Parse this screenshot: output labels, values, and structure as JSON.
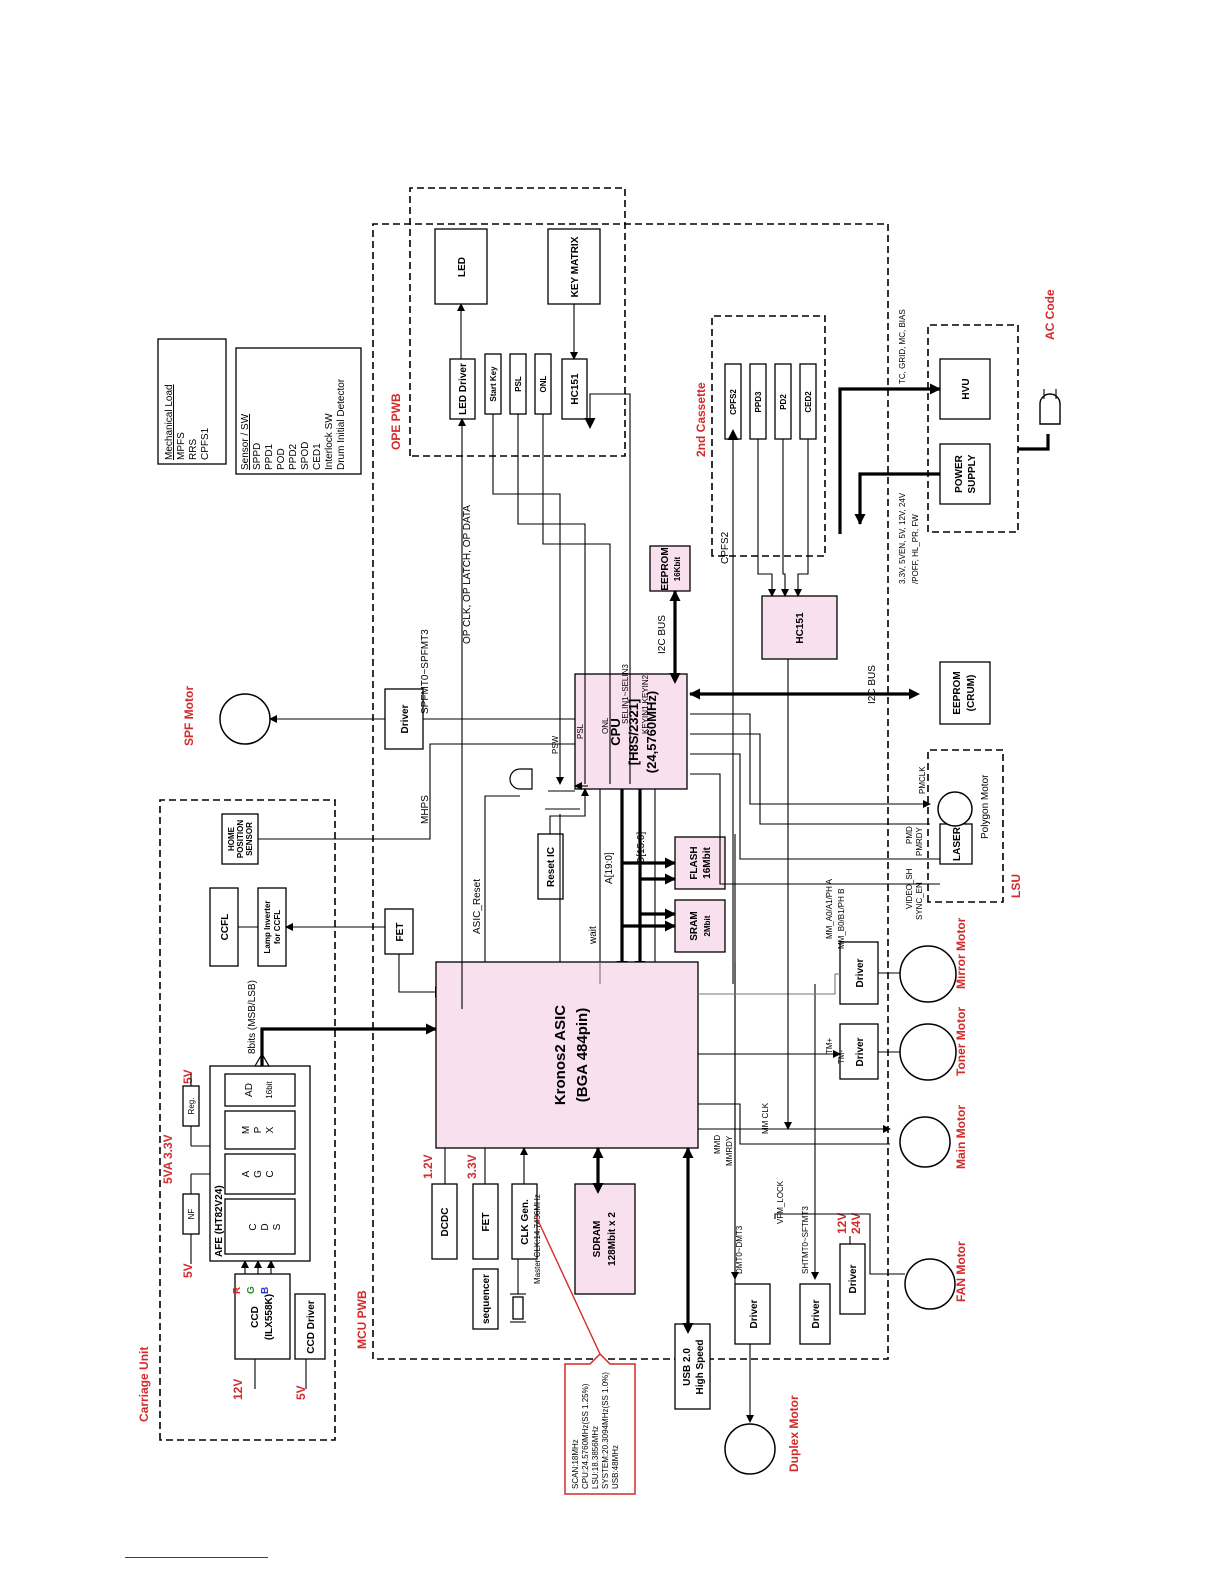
{
  "units": {
    "carriage_unit": "Carriage Unit",
    "mcu_pwb": "MCU PWB",
    "ope_pwb": "OPE PWB",
    "second_cassette": "2nd Cassette",
    "lsu": "LSU",
    "ac_code": "AC Code"
  },
  "legend": {
    "mechanical_title": "Mechanical Load",
    "mechanical_items": [
      "MPFS",
      "RRS",
      "CPFS1"
    ],
    "sensor_title": "Sensor / SW",
    "sensor_items": [
      "SPPD",
      "PPD1",
      "POD",
      "PPD2",
      "SPOD",
      "CED1",
      "Interlock SW",
      "Drum Initial Detector"
    ]
  },
  "blocks": {
    "ccd": [
      "CCD",
      "(ILX558K)"
    ],
    "ccd_driver": "CCD Driver",
    "afe": "AFE (HT82V24)",
    "afe_cells": [
      "C\nD\nS",
      "A\nG\nC",
      "M\nP\nX"
    ],
    "ad": "AD",
    "ad_bits": "16bit",
    "nf": "NF",
    "reg": "Reg.",
    "ccfl": "CCFL",
    "lamp_inverter": [
      "Lamp Inverter",
      "for CCFL"
    ],
    "home_sensor": [
      "HOME",
      "POSITION",
      "SENSOR"
    ],
    "fet_ccfl": "FET",
    "driver_spf": "Driver",
    "cpu": [
      "CPU",
      "[H8S/2321]",
      "(24,5760MHz)"
    ],
    "reset_ic": "Reset IC",
    "flash": [
      "FLASH",
      "16Mbit"
    ],
    "sram": [
      "SRAM",
      "2Mbit"
    ],
    "eeprom_16k": [
      "EEPROM",
      "16Kbit"
    ],
    "hc151_mcu": "HC151",
    "asic": [
      "Kronos2  ASIC",
      "(BGA 484pin)"
    ],
    "dcdc": "DCDC",
    "fet_33": "FET",
    "clk_gen": "CLK Gen.",
    "sequencer": "sequencer",
    "sdram": [
      "SDRAM",
      "128Mbit x 2"
    ],
    "usb": [
      "USB 2.0",
      "High Speed"
    ],
    "driver_duplex": "Driver",
    "driver_shutter": "Driver",
    "driver_fan": "Driver",
    "driver_mirror": "Driver",
    "driver_toner": "Driver",
    "led_driver": "LED Driver",
    "start_key": "Start Key",
    "psl_key": "PSL",
    "onl_key": "ONL",
    "hc151_ope": "HC151",
    "led": "LED",
    "key_matrix": "KEY MATRIX",
    "cassette_sensors": [
      "CPFS2",
      "PPD3",
      "PD2",
      "CED2"
    ],
    "laser": "LASER",
    "eeprom_crum": [
      "EEPROM",
      "(CRUM)"
    ],
    "power_supply": [
      "POWER",
      "SUPPLY"
    ],
    "hvu": "HVU"
  },
  "motors": {
    "spf": "SPF Motor",
    "polygon": "Polygon Motor",
    "mirror": "Mirror Motor",
    "toner": "Toner Motor",
    "main": "Main Motor",
    "fan": "FAN Motor",
    "duplex": "Duplex Motor"
  },
  "signals": {
    "v12_ccd": "12V",
    "v5_ccd": "5V",
    "v5_nf": "5V",
    "v5va": "5VA",
    "v33_reg": "3.3V",
    "v5_reg": "5V",
    "rgb": [
      "R",
      "G",
      "B"
    ],
    "eight_bits": "8bits (MSB/LSB)",
    "mhps": "MHPS",
    "spfmt": "SPFMT0~SPFMT3",
    "op_data": "OP CLK, OP LATCH, OP DATA",
    "asic_reset": "ASIC_Reset",
    "psw": "PSW",
    "psl": "PSL",
    "onl": "ONL",
    "selin": "SELIN1~SELIN3",
    "keyin": "KEYIN1,KEYIN2",
    "i2c_cpu": "I2C BUS",
    "i2c_crum": "I2C BUS",
    "cpfs2": "CPFS2",
    "addr": "A[19:0]",
    "data": "D[15:0]",
    "wait": "wait",
    "v12_dcdc": "1.2V",
    "v33_fet": "3.3V",
    "master_clk": "Master CLK:14.7456MHz",
    "dmt": "DMT0~DMT3",
    "shtmt": "SHTMT0~SFTMT3",
    "mmd": "MMD",
    "mmrdy": "MMRDY",
    "mm_clk": "MM CLK",
    "vfm_lock": "VFM_LOCK",
    "fan_12v": "12V",
    "fan_24v": "24V",
    "tm_plus": "TM+",
    "tm_minus": "TM-",
    "mm_a": "MM_A0/A1/PH A",
    "mm_b": "MM_B0/B1/PH B",
    "pmclk": "PMCLK",
    "pmd": "PMD",
    "pmrdy": "PMRDY",
    "video_sh": "VIDEO_SH",
    "sync_en": "SYNC_EN",
    "ps_supplies": "3.3V, 5VEN, 5V, 12V, 24V",
    "ps_signals": "/POFF, HL_PR, FW",
    "hvu_signals": "TC, GRID, MC, BIAS"
  },
  "clock_note": [
    "SCAN:18MHz",
    "CPU:24.5760MHz(SS 1.25%)",
    "LSU:18.3856MHz",
    "SYSTEM:20.3094MHz(SS 1.0%)",
    "USB:48MHz"
  ],
  "colors": {
    "accent_red": "#d42a2a",
    "block_pink": "#f8e0ee",
    "rgb": [
      "#d42a2a",
      "#2a8a2a",
      "#2a3ac8"
    ]
  }
}
